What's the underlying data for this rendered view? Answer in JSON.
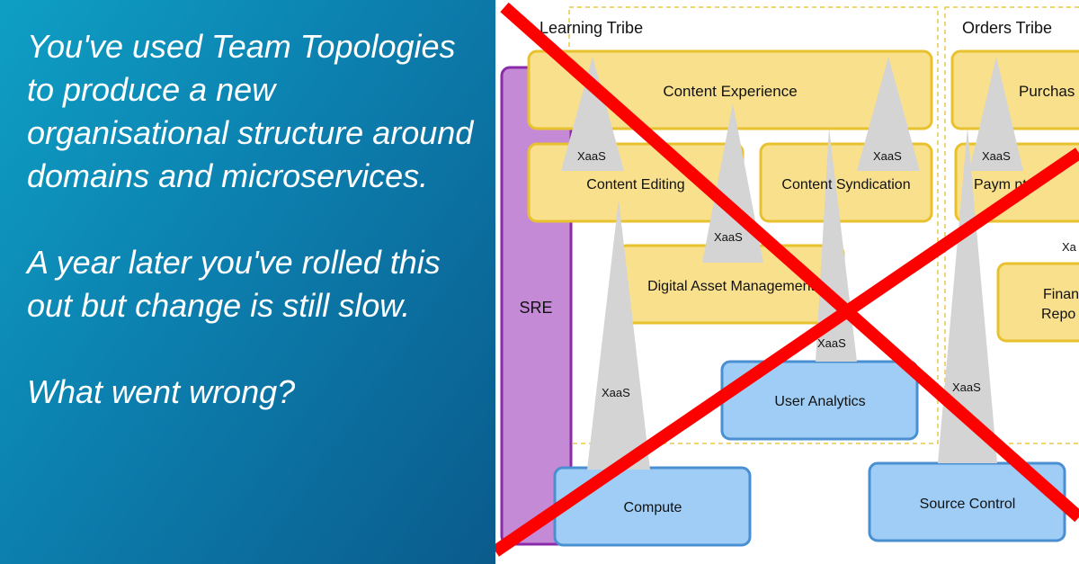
{
  "intro": {
    "paragraphs": [
      "You've used Team Topologies to produce a new organisational structure around domains and microservices.",
      "A year later you've rolled this out but change is still slow.",
      "What went wrong?"
    ]
  },
  "diagram": {
    "tribes": [
      "Learning Tribe",
      "Orders Tribe"
    ],
    "platform_team": "SRE",
    "stream_aligned": [
      "Content Experience",
      "Content Editing",
      "Content Syndication",
      "Digital Asset Management",
      "Purchas",
      "Paym  nts",
      "Finan",
      "Repo"
    ],
    "platform_services": [
      "User Analytics",
      "Compute",
      "Source Control"
    ],
    "xaas_label": "XaaS",
    "partial_labels": [
      "Xa",
      "XaaS"
    ],
    "colors": {
      "stream_fill": "#f9e08d",
      "stream_stroke": "#e8c22e",
      "platform_fill": "#9fcdf5",
      "platform_stroke": "#4a8fd1",
      "sre_fill": "#c58ad6",
      "sre_stroke": "#8a2aa8",
      "xaas_fill": "#d4d4d4",
      "cross_color": "#ff0000"
    }
  }
}
